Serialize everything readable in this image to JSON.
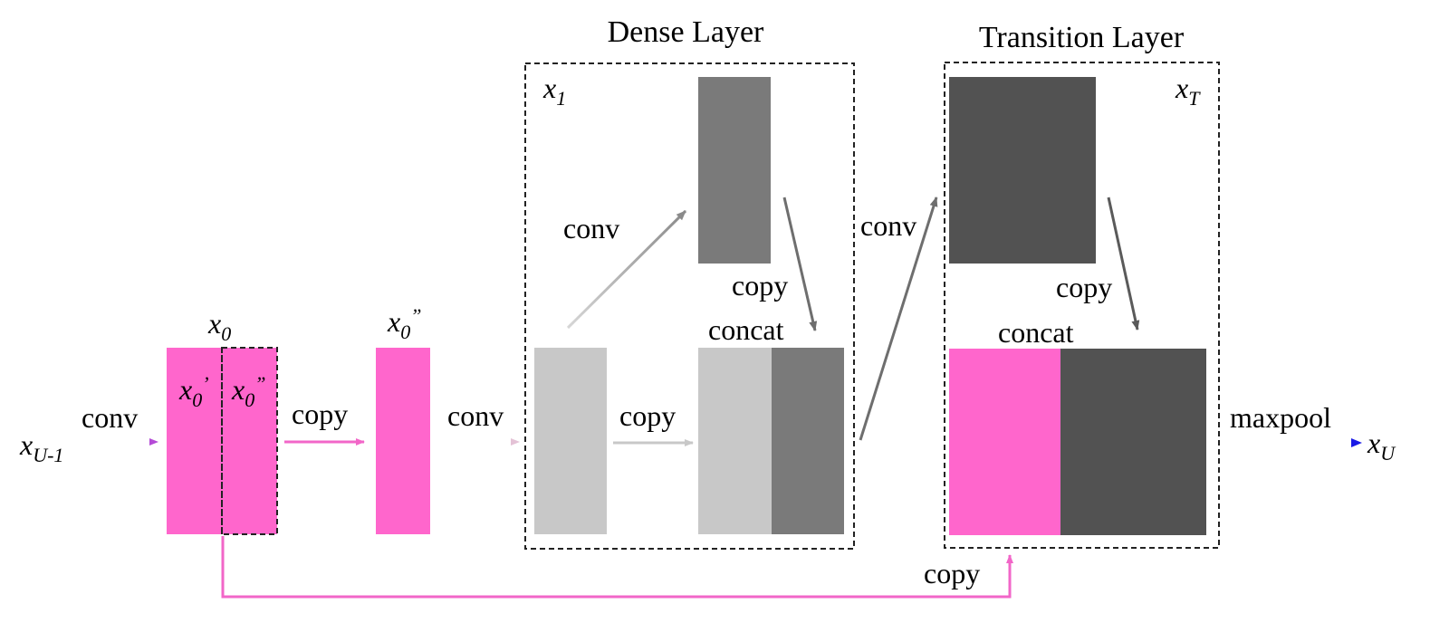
{
  "colors": {
    "pink": "#ff66cc",
    "light_gray": "#c8c8c8",
    "mid_gray": "#7a7a7a",
    "dark_gray": "#525252",
    "blue": "#1a1ae6",
    "arrow_pink": "#f266c8",
    "arrow_light": "#cfcfcf",
    "arrow_mid": "#8a8a8a",
    "arrow_dark": "#5a5a5a"
  },
  "titles": {
    "dense_layer": "Dense Layer",
    "transition_layer": "Transition Layer"
  },
  "variables": {
    "input_base": "x",
    "input_sub": "U-1",
    "x0_base": "x",
    "x0_sub": "0",
    "x0p_base": "x",
    "x0p_sub": "0",
    "x0p_mark": "’",
    "x0pp_base": "x",
    "x0pp_sub": "0",
    "x0pp_mark": "”",
    "x0pp_top_base": "x",
    "x0pp_top_sub": "0",
    "x0pp_top_mark": "”",
    "x1_base": "x",
    "x1_sub": "1",
    "xT_base": "x",
    "xT_sub": "T",
    "output_base": "x",
    "output_sub": "U"
  },
  "operations": {
    "conv_input": "conv",
    "copy_1": "copy",
    "conv_2": "conv",
    "conv_dense_up": "conv",
    "copy_dense_up": "copy",
    "concat_dense": "concat",
    "copy_dense_low": "copy",
    "conv_transition": "conv",
    "copy_transition": "copy",
    "concat_transition": "concat",
    "maxpool": "maxpool",
    "copy_skip": "copy"
  }
}
